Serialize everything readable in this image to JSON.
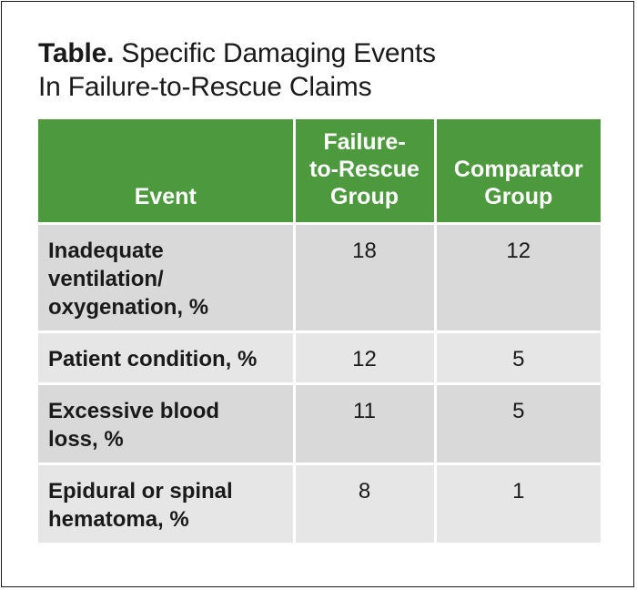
{
  "title": {
    "lead": "Table.",
    "line1": "Specific Damaging Events",
    "line2": "In Failure-to-Rescue Claims"
  },
  "table": {
    "headers": {
      "event": "Event",
      "ftr_line1": "Failure-",
      "ftr_line2": "to-Rescue",
      "ftr_line3": "Group",
      "cmp_line1": "Comparator",
      "cmp_line2": "Group"
    },
    "rows": [
      {
        "event_lines": [
          "Inadequate",
          "ventilation/",
          "oxygenation, %"
        ],
        "ftr": "18",
        "cmp": "12"
      },
      {
        "event_lines": [
          "Patient condition, %"
        ],
        "ftr": "12",
        "cmp": "5"
      },
      {
        "event_lines": [
          "Excessive blood",
          "loss, %"
        ],
        "ftr": "11",
        "cmp": "5"
      },
      {
        "event_lines": [
          "Epidural or spinal",
          "hematoma, %"
        ],
        "ftr": "8",
        "cmp": "1"
      }
    ]
  },
  "colors": {
    "header_green": "#4c9a3d",
    "row_gray_dark": "#d9d9d9",
    "row_gray_light": "#e6e6e6"
  }
}
